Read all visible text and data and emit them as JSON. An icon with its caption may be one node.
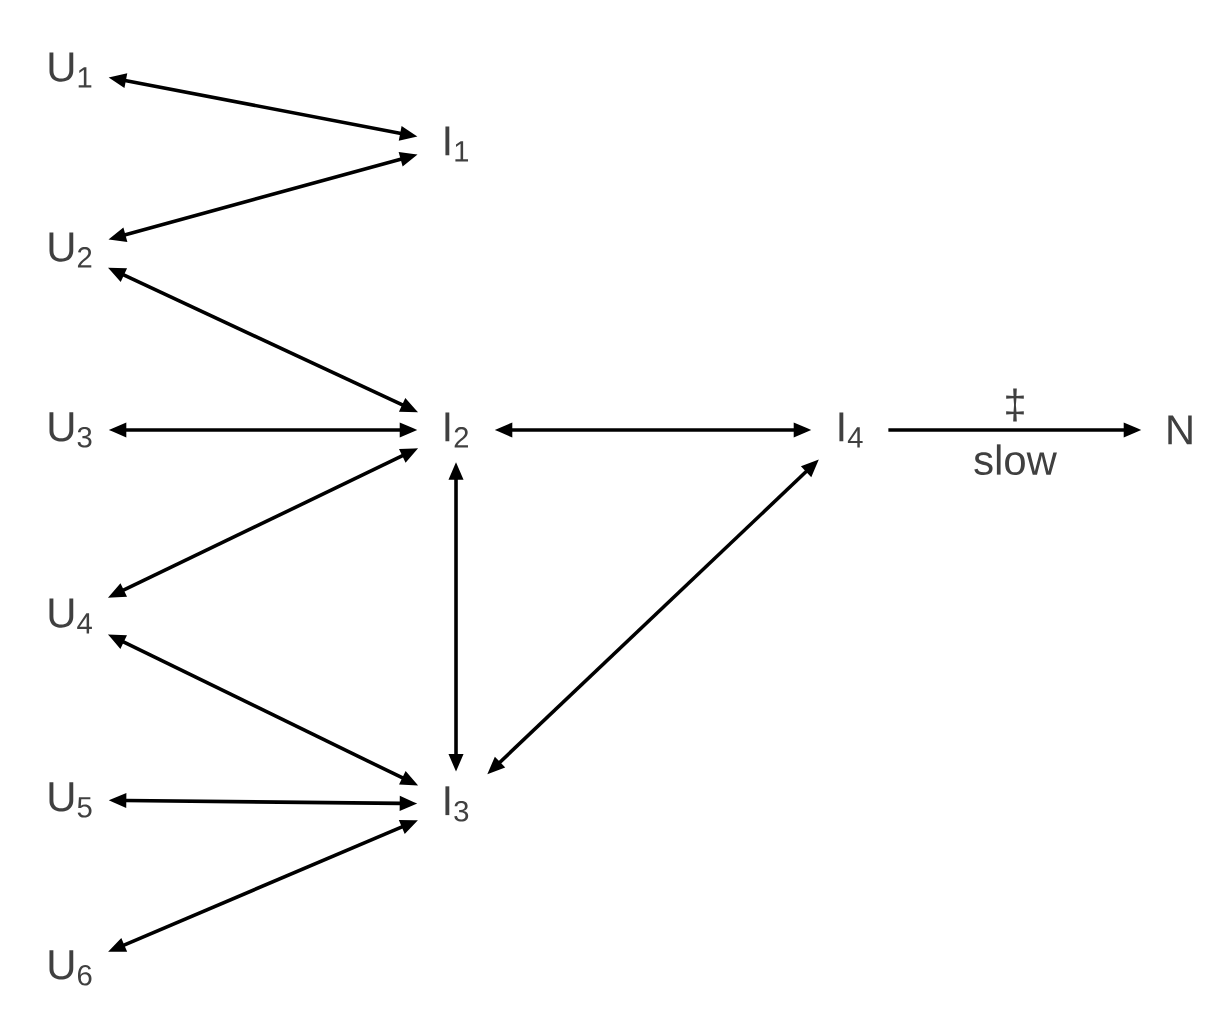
{
  "diagram": {
    "nodes": [
      {
        "text": [
          "U$_{1}$"
        ]
      },
      {
        "text": [
          "U$_{2}$"
        ]
      },
      {
        "text": [
          "U$_{3}$"
        ]
      },
      {
        "text": [
          "U$_{4}$"
        ]
      },
      {
        "text": [
          "U$_{5}$"
        ]
      },
      {
        "text": [
          "U$_{6}$"
        ]
      },
      {
        "text": [
          "I$_{1}$"
        ]
      },
      {
        "text": [
          "I$_{2}$"
        ]
      },
      {
        "text": [
          "I$_{3}$"
        ]
      },
      {
        "text": [
          "I$_{4}$"
        ]
      },
      {
        "text": [
          "N"
        ]
      }
    ],
    "edges": [
      {
        "from": 0,
        "to": 6,
        "arrow": "both"
      },
      {
        "from": 1,
        "to": 6,
        "arrow": "both"
      },
      {
        "from": 1,
        "to": 7,
        "arrow": "both"
      },
      {
        "from": 2,
        "to": 7,
        "arrow": "both"
      },
      {
        "from": 3,
        "to": 7,
        "arrow": "both"
      },
      {
        "from": 7,
        "to": 8,
        "arrow": "both"
      },
      {
        "from": 3,
        "to": 8,
        "arrow": "both"
      },
      {
        "from": 4,
        "to": 8,
        "arrow": "both"
      },
      {
        "from": 5,
        "to": 8,
        "arrow": "both"
      },
      {
        "from": 7,
        "to": 9,
        "arrow": "both"
      },
      {
        "from": 8,
        "to": 9,
        "arrow": "both"
      },
      {
        "from": 9,
        "to": 10,
        "arrow": "to",
        "label": "‡"
      }
    ],
    "labels": [
      "slow"
    ]
  }
}
